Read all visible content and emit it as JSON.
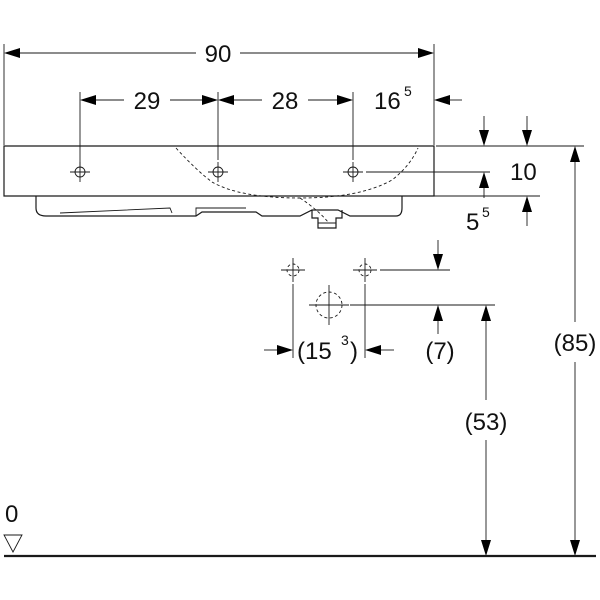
{
  "dimensions": {
    "overall_width": "90",
    "spacing_left": "29",
    "spacing_middle": "28",
    "edge_offset_main": "16",
    "edge_offset_sup": "5",
    "rim_height": "10",
    "offset_main": "5",
    "offset_sup": "5",
    "connection_spacing_main": "(15",
    "connection_spacing_sup": "3",
    "connection_spacing_close": ")",
    "connection_offset": "(7)",
    "drain_height": "(53)",
    "total_height": "(85)",
    "floor_level": "0"
  }
}
